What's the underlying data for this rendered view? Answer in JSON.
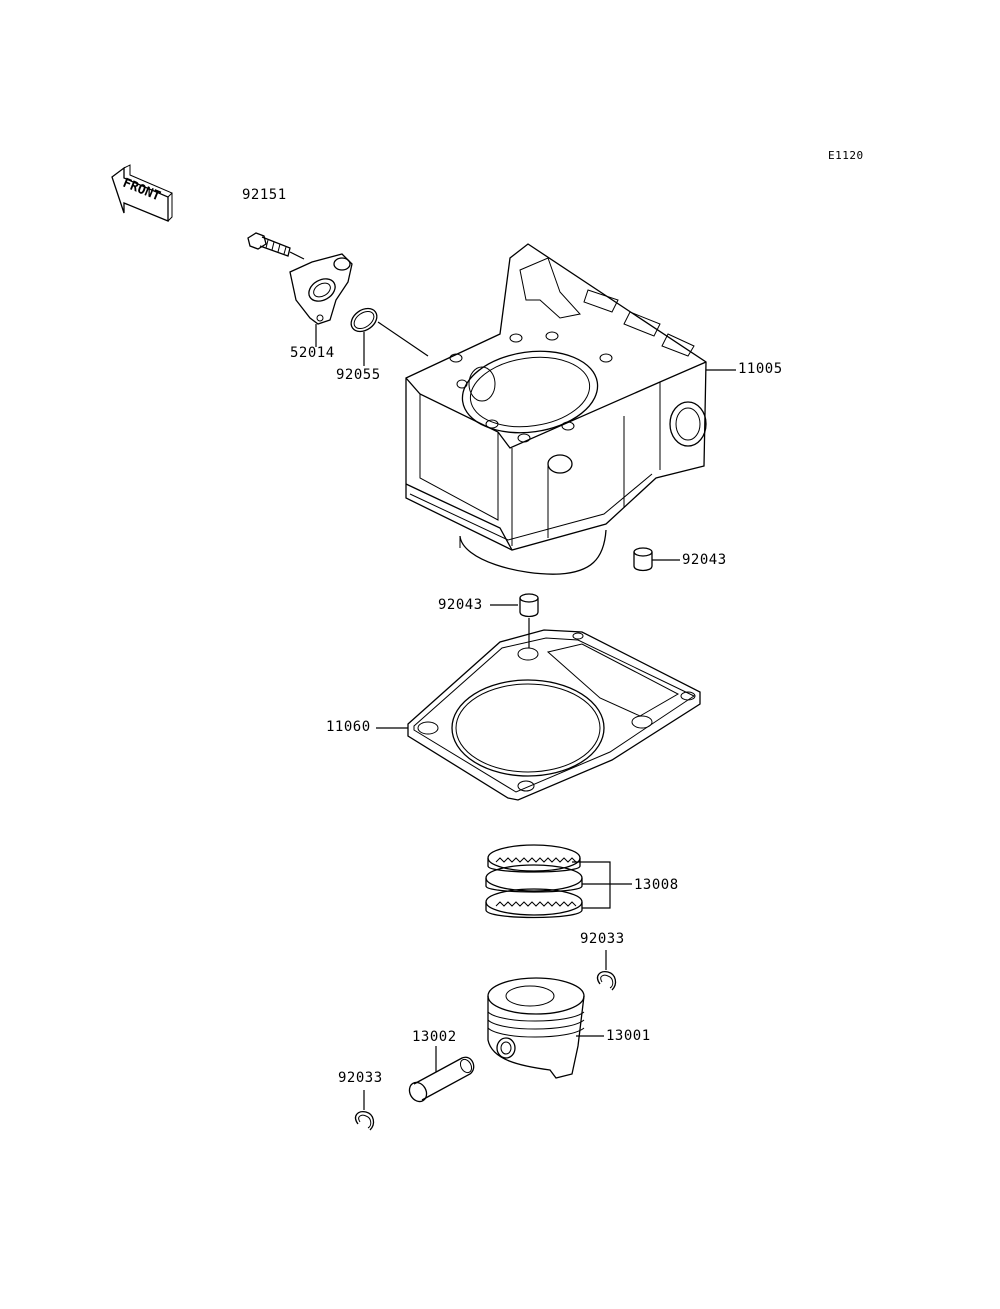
{
  "diagram": {
    "reference_code": "E1120",
    "front_indicator": "FRONT",
    "parts": [
      {
        "id": "p92151",
        "number": "92151"
      },
      {
        "id": "p52014",
        "number": "52014"
      },
      {
        "id": "p92055",
        "number": "92055"
      },
      {
        "id": "p11005",
        "number": "11005"
      },
      {
        "id": "p92043a",
        "number": "92043"
      },
      {
        "id": "p92043b",
        "number": "92043"
      },
      {
        "id": "p11060",
        "number": "11060"
      },
      {
        "id": "p13008",
        "number": "13008"
      },
      {
        "id": "p92033a",
        "number": "92033"
      },
      {
        "id": "p13001",
        "number": "13001"
      },
      {
        "id": "p13002",
        "number": "13002"
      },
      {
        "id": "p92033b",
        "number": "92033"
      }
    ]
  }
}
